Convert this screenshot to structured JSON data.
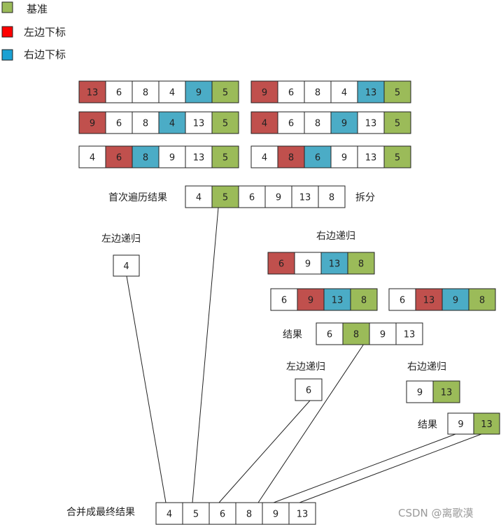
{
  "legend": [
    {
      "label": "基准",
      "color": "#9bbb59"
    },
    {
      "label": "左边下标",
      "color": "#ff0000"
    },
    {
      "label": "右边下标",
      "color": "#1ba1d3"
    }
  ],
  "colors": {
    "pivot": "#9bbb59",
    "left_index": "#c0504d",
    "right_index": "#4bacc6",
    "plain": "#ffffff",
    "border": "#222222",
    "line": "#222222"
  },
  "arrays": [
    {
      "name": "step-1a",
      "values": [
        "13",
        "6",
        "8",
        "4",
        "9",
        "5"
      ],
      "roles": [
        "L",
        "",
        "",
        "",
        "R",
        "P"
      ]
    },
    {
      "name": "step-1b",
      "values": [
        "9",
        "6",
        "8",
        "4",
        "13",
        "5"
      ],
      "roles": [
        "L",
        "",
        "",
        "",
        "R",
        "P"
      ]
    },
    {
      "name": "step-2a",
      "values": [
        "9",
        "6",
        "8",
        "4",
        "13",
        "5"
      ],
      "roles": [
        "L",
        "",
        "",
        "R",
        "",
        "P"
      ]
    },
    {
      "name": "step-2b",
      "values": [
        "4",
        "6",
        "8",
        "9",
        "13",
        "5"
      ],
      "roles": [
        "L",
        "",
        "",
        "R",
        "",
        "P"
      ]
    },
    {
      "name": "step-3a",
      "values": [
        "4",
        "6",
        "8",
        "9",
        "13",
        "5"
      ],
      "roles": [
        "",
        "L",
        "R",
        "",
        "",
        "P"
      ]
    },
    {
      "name": "step-3b",
      "values": [
        "4",
        "8",
        "6",
        "9",
        "13",
        "5"
      ],
      "roles": [
        "",
        "L",
        "R",
        "",
        "",
        "P"
      ]
    },
    {
      "name": "first-pass",
      "values": [
        "4",
        "5",
        "6",
        "9",
        "13",
        "8"
      ],
      "roles": [
        "",
        "P",
        "",
        "",
        "",
        ""
      ]
    },
    {
      "name": "left-recursion",
      "values": [
        "4"
      ],
      "roles": [
        ""
      ]
    },
    {
      "name": "right-step-1",
      "values": [
        "6",
        "9",
        "13",
        "8"
      ],
      "roles": [
        "L",
        "",
        "R",
        "P"
      ]
    },
    {
      "name": "right-step-2a",
      "values": [
        "6",
        "9",
        "13",
        "8"
      ],
      "roles": [
        "",
        "L",
        "R",
        "P"
      ]
    },
    {
      "name": "right-step-2b",
      "values": [
        "6",
        "13",
        "9",
        "8"
      ],
      "roles": [
        "",
        "L",
        "R",
        "P"
      ]
    },
    {
      "name": "right-result",
      "values": [
        "6",
        "8",
        "9",
        "13"
      ],
      "roles": [
        "",
        "P",
        "",
        ""
      ]
    },
    {
      "name": "sub-left-recursion",
      "values": [
        "6"
      ],
      "roles": [
        ""
      ]
    },
    {
      "name": "sub-right-recursion",
      "values": [
        "9",
        "13"
      ],
      "roles": [
        "",
        "P"
      ]
    },
    {
      "name": "sub-right-result",
      "values": [
        "9",
        "13"
      ],
      "roles": [
        "",
        "P"
      ]
    },
    {
      "name": "merged-final",
      "values": [
        "4",
        "5",
        "6",
        "8",
        "9",
        "13"
      ],
      "roles": [
        "",
        "",
        "",
        "",
        "",
        ""
      ]
    }
  ],
  "labels": {
    "first_pass": "首次遍历结果",
    "split": "拆分",
    "left_recursion": "左边递归",
    "right_recursion": "右边递归",
    "result": "结果",
    "sub_left_recursion": "左边递归",
    "sub_right_recursion": "右边递归",
    "sub_result": "结果",
    "merge_final": "合并成最终结果"
  },
  "watermark": "CSDN @离歌漠"
}
